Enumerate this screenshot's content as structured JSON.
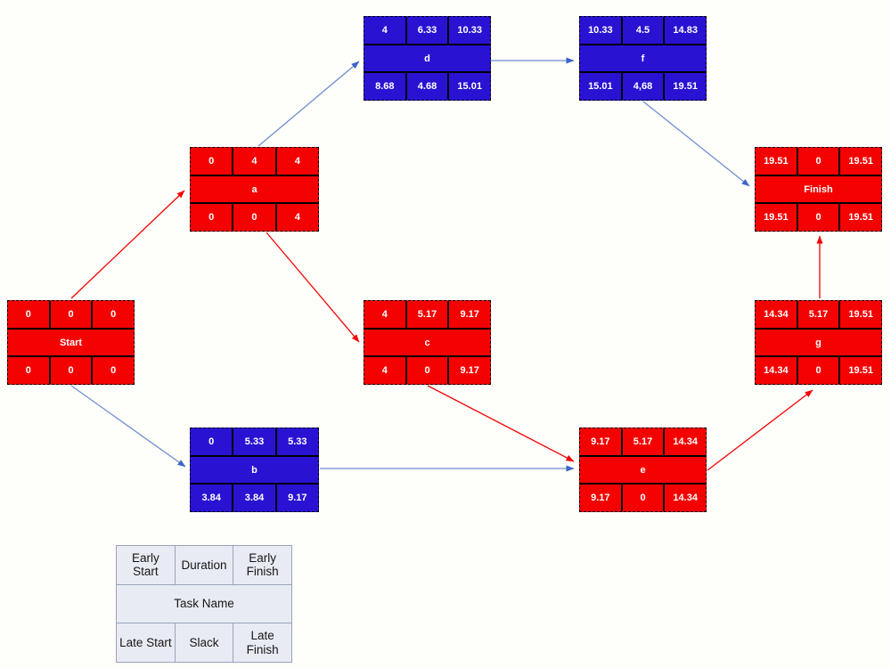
{
  "diagram_type": "activity-on-node precedence network (PERT/CPM)",
  "colors": {
    "critical": "#f40202",
    "noncritical": "#2a12d3",
    "edge_red": "#f40202",
    "edge_blue": "#6f8fd0",
    "edge_blue_head": "#3c64c8",
    "legend_bg": "#e9ebf4",
    "legend_border": "#9aa3ba"
  },
  "legend": {
    "early_start": "Early Start",
    "duration": "Duration",
    "early_finish": "Early Finish",
    "task_name": "Task Name",
    "late_start": "Late Start",
    "slack": "Slack",
    "late_finish": "Late Finish"
  },
  "nodes": [
    {
      "id": "start",
      "name": "Start",
      "type": "critical",
      "es": "0",
      "dur": "0",
      "ef": "0",
      "ls": "0",
      "slack": "0",
      "lf": "0"
    },
    {
      "id": "a",
      "name": "a",
      "type": "critical",
      "es": "0",
      "dur": "4",
      "ef": "4",
      "ls": "0",
      "slack": "0",
      "lf": "4"
    },
    {
      "id": "d",
      "name": "d",
      "type": "noncritical",
      "es": "4",
      "dur": "6.33",
      "ef": "10.33",
      "ls": "8.68",
      "slack": "4.68",
      "lf": "15.01"
    },
    {
      "id": "f",
      "name": "f",
      "type": "noncritical",
      "es": "10.33",
      "dur": "4.5",
      "ef": "14.83",
      "ls": "15.01",
      "slack": "4,68",
      "lf": "19.51"
    },
    {
      "id": "finish",
      "name": "Finish",
      "type": "critical",
      "es": "19.51",
      "dur": "0",
      "ef": "19.51",
      "ls": "19.51",
      "slack": "0",
      "lf": "19.51"
    },
    {
      "id": "c",
      "name": "c",
      "type": "critical",
      "es": "4",
      "dur": "5.17",
      "ef": "9.17",
      "ls": "4",
      "slack": "0",
      "lf": "9.17"
    },
    {
      "id": "g",
      "name": "g",
      "type": "critical",
      "es": "14.34",
      "dur": "5.17",
      "ef": "19.51",
      "ls": "14.34",
      "slack": "0",
      "lf": "19.51"
    },
    {
      "id": "b",
      "name": "b",
      "type": "noncritical",
      "es": "0",
      "dur": "5.33",
      "ef": "5.33",
      "ls": "3.84",
      "slack": "3.84",
      "lf": "9.17"
    },
    {
      "id": "e",
      "name": "e",
      "type": "critical",
      "es": "9.17",
      "dur": "5.17",
      "ef": "14.34",
      "ls": "9.17",
      "slack": "0",
      "lf": "14.34"
    }
  ],
  "edges": [
    {
      "from": "Start",
      "to": "a",
      "color": "red"
    },
    {
      "from": "Start",
      "to": "b",
      "color": "blue"
    },
    {
      "from": "a",
      "to": "d",
      "color": "blue"
    },
    {
      "from": "a",
      "to": "c",
      "color": "red"
    },
    {
      "from": "d",
      "to": "f",
      "color": "blue"
    },
    {
      "from": "f",
      "to": "Finish",
      "color": "blue"
    },
    {
      "from": "b",
      "to": "e",
      "color": "blue"
    },
    {
      "from": "c",
      "to": "e",
      "color": "red"
    },
    {
      "from": "e",
      "to": "g",
      "color": "red"
    },
    {
      "from": "g",
      "to": "Finish",
      "color": "red"
    }
  ]
}
